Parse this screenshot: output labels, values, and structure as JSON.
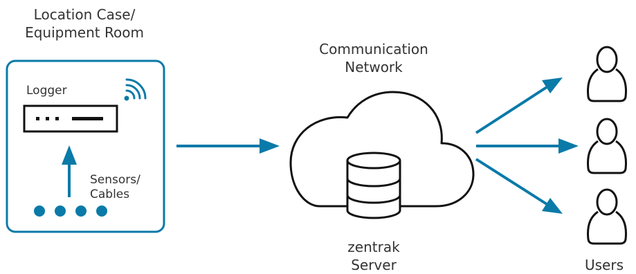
{
  "location": {
    "line1": "Location Case/",
    "line2": "Equipment Room"
  },
  "logger_label": "Logger",
  "sensors": {
    "line1": "Sensors/",
    "line2": "Cables"
  },
  "network": {
    "line1": "Communication",
    "line2": "Network"
  },
  "server": {
    "line1": "zentrak",
    "line2": "Server"
  },
  "users_label": "Users",
  "colors": {
    "accent": "#0a7aa8",
    "outline": "#111111",
    "text": "#333333"
  }
}
